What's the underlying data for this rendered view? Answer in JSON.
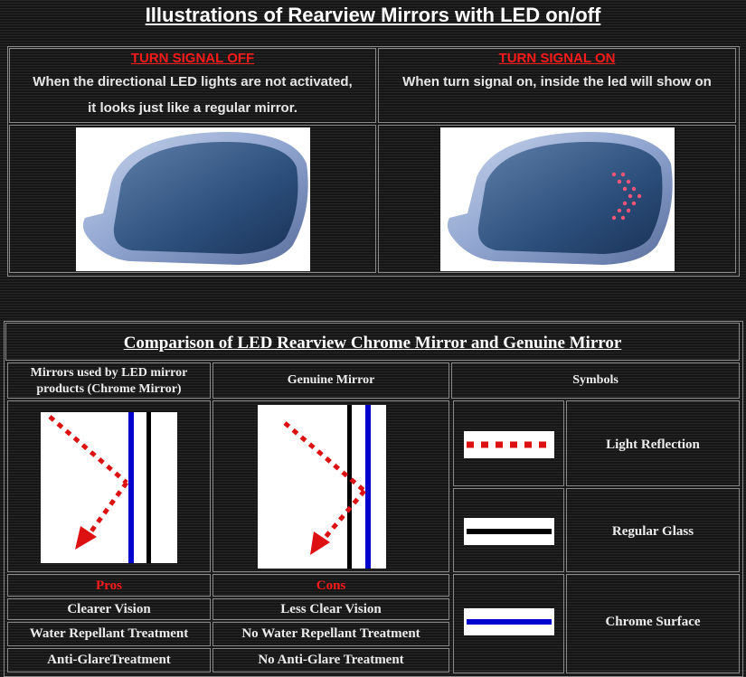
{
  "header": {
    "title": "Illustrations of Rearview Mirrors with LED on/off"
  },
  "top": {
    "off": {
      "label": "TURN SIGNAL OFF",
      "desc1": "When the directional LED lights are not activated,",
      "desc2": "it looks just like a regular mirror."
    },
    "on": {
      "label": "TURN SIGNAL ON",
      "desc1": "When turn signal on, inside the led will show on"
    }
  },
  "comparison": {
    "title": "Comparison of LED Rearview Chrome Mirror and Genuine Mirror",
    "col1": "Mirrors used by LED mirror products (Chrome Mirror)",
    "col2": "Genuine Mirror",
    "col3": "Symbols",
    "symbols": {
      "light": "Light Reflection",
      "glass": "Regular Glass",
      "chrome": "Chrome Surface"
    },
    "pros": {
      "header": "Pros",
      "items": [
        "Clearer Vision",
        "Water Repellant Treatment",
        "Anti-GlareTreatment"
      ]
    },
    "cons": {
      "header": "Cons",
      "items": [
        "Less Clear Vision",
        "No Water Repellant Treatment",
        "No Anti-Glare Treatment"
      ]
    }
  },
  "colors": {
    "accent": "#ff1a1a",
    "chrome": "#0000cc"
  }
}
